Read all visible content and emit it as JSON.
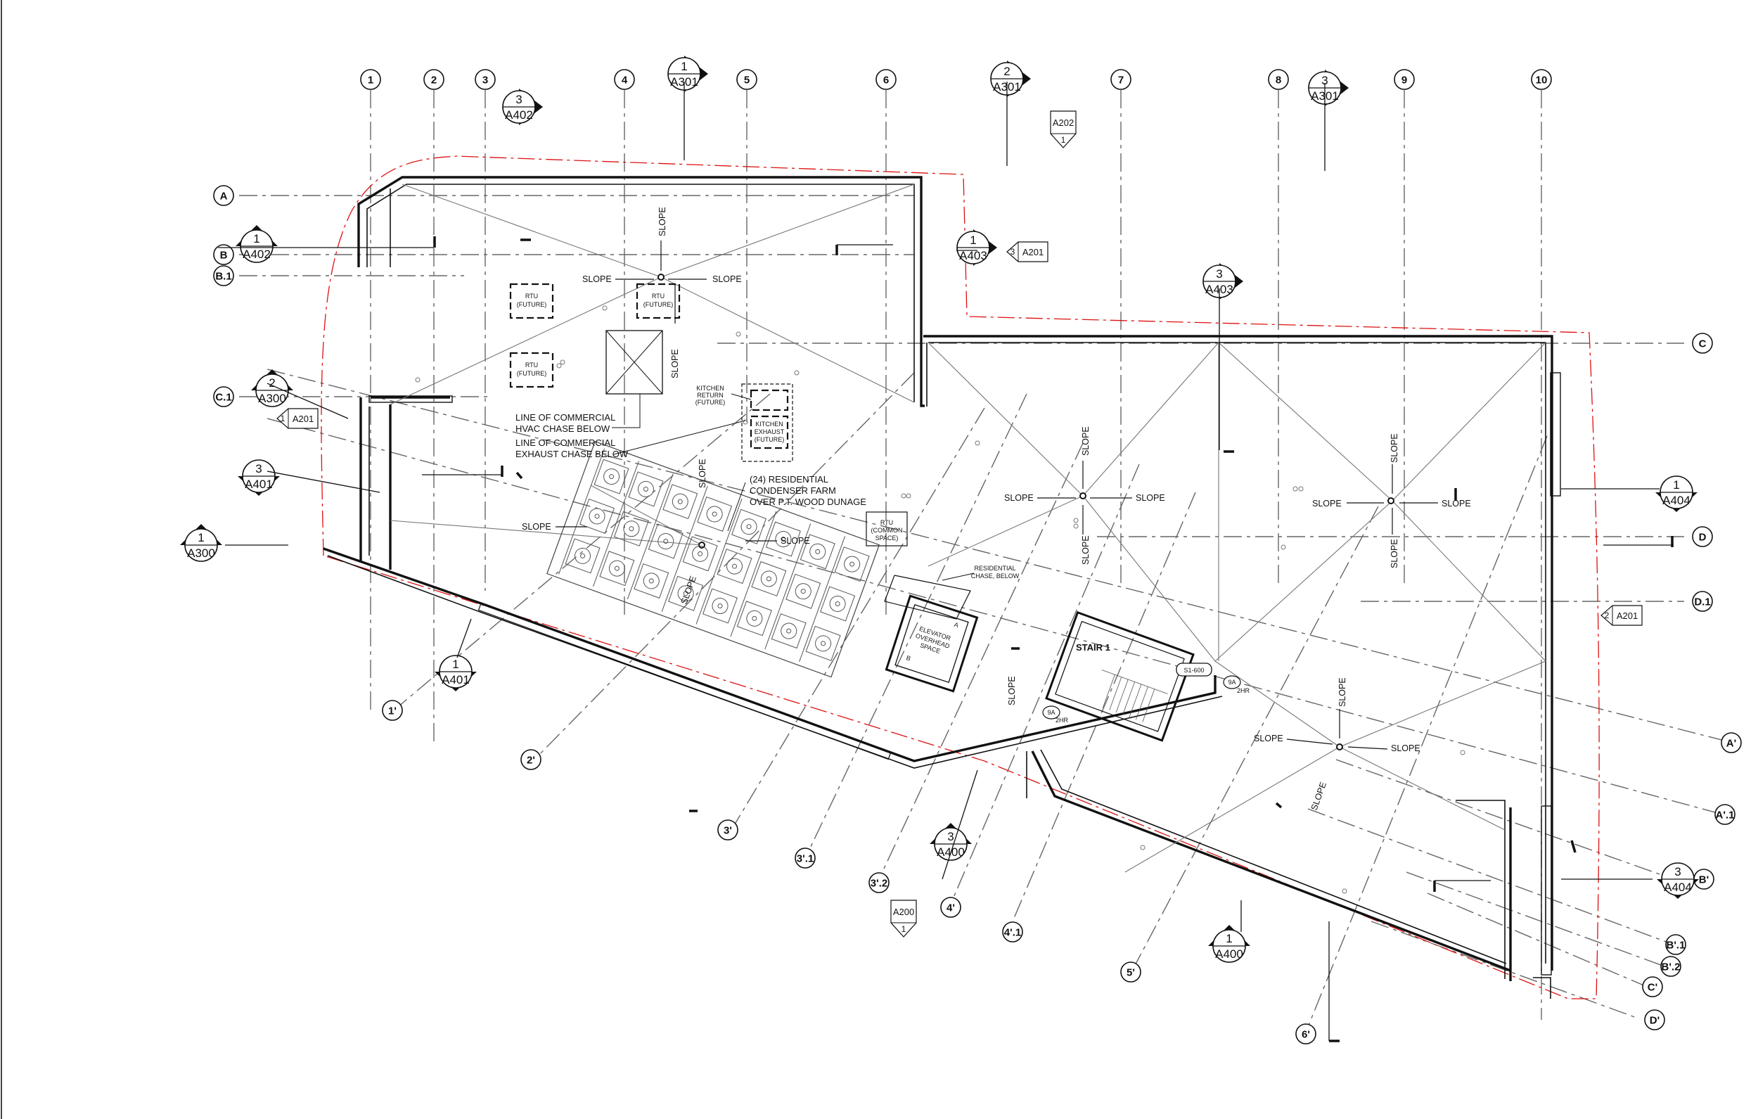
{
  "column_grid": [
    "1",
    "2",
    "3",
    "4",
    "5",
    "6",
    "7",
    "8",
    "9",
    "10"
  ],
  "row_grid": [
    "A",
    "B",
    "B.1",
    "C.1",
    "C",
    "D",
    "D.1"
  ],
  "rotated_column_grid": [
    "1'",
    "2'",
    "3'",
    "3'.1",
    "3'.2",
    "4'",
    "4'.1",
    "5'",
    "6'"
  ],
  "rotated_row_grid": [
    "A'",
    "A'.1",
    "B'",
    "B'.1",
    "B'.2",
    "C'",
    "D'"
  ],
  "section_markers": [
    {
      "num": "1",
      "sheet": "A301"
    },
    {
      "num": "2",
      "sheet": "A301"
    },
    {
      "num": "3",
      "sheet": "A301"
    },
    {
      "num": "3",
      "sheet": "A402"
    },
    {
      "num": "1",
      "sheet": "A402"
    },
    {
      "num": "1",
      "sheet": "A403"
    },
    {
      "num": "3",
      "sheet": "A403"
    },
    {
      "num": "2",
      "sheet": "A300"
    },
    {
      "num": "3",
      "sheet": "A401"
    },
    {
      "num": "1",
      "sheet": "A300"
    },
    {
      "num": "1",
      "sheet": "A401"
    },
    {
      "num": "3",
      "sheet": "A400"
    },
    {
      "num": "1",
      "sheet": "A400"
    },
    {
      "num": "1",
      "sheet": "A404"
    },
    {
      "num": "3",
      "sheet": "A404"
    }
  ],
  "elevation_tags": [
    {
      "sheet": "A202",
      "num": "1"
    },
    {
      "sheet": "A201",
      "num": "3"
    },
    {
      "sheet": "A201",
      "num": "1"
    },
    {
      "sheet": "A201",
      "num": "2"
    },
    {
      "sheet": "A200",
      "num": "1"
    }
  ],
  "slope_label": "SLOPE",
  "rtu_future": [
    "RTU",
    "(FUTURE)"
  ],
  "rtu_common": [
    "RTU",
    "(COMMON",
    "SPACE)"
  ],
  "kitchen_return": [
    "KITCHEN",
    "RETURN",
    "(FUTURE)"
  ],
  "kitchen_exhaust": [
    "KITCHEN",
    "EXHAUST",
    "(FUTURE)"
  ],
  "notes": {
    "hvac_chase": [
      "LINE OF COMMERCIAL",
      "HVAC CHASE BELOW"
    ],
    "exhaust_chase": [
      "LINE OF COMMERCIAL",
      "EXHAUST CHASE BELOW"
    ],
    "condenser_farm": [
      "(24) RESIDENTIAL",
      "CONDENSER FARM",
      "OVER P.T. WOOD DUNAGE"
    ],
    "residential_chase": [
      "RESIDENTIAL",
      "CHASE, BELOW"
    ],
    "elevator": [
      "ELEVATOR",
      "OVERHEAD",
      "SPACE"
    ],
    "stair": "STAIR 1",
    "stair_detail": "S1-600",
    "door_tag": "9A",
    "rating": "2HR",
    "elev_a": "A",
    "elev_b": "B"
  }
}
